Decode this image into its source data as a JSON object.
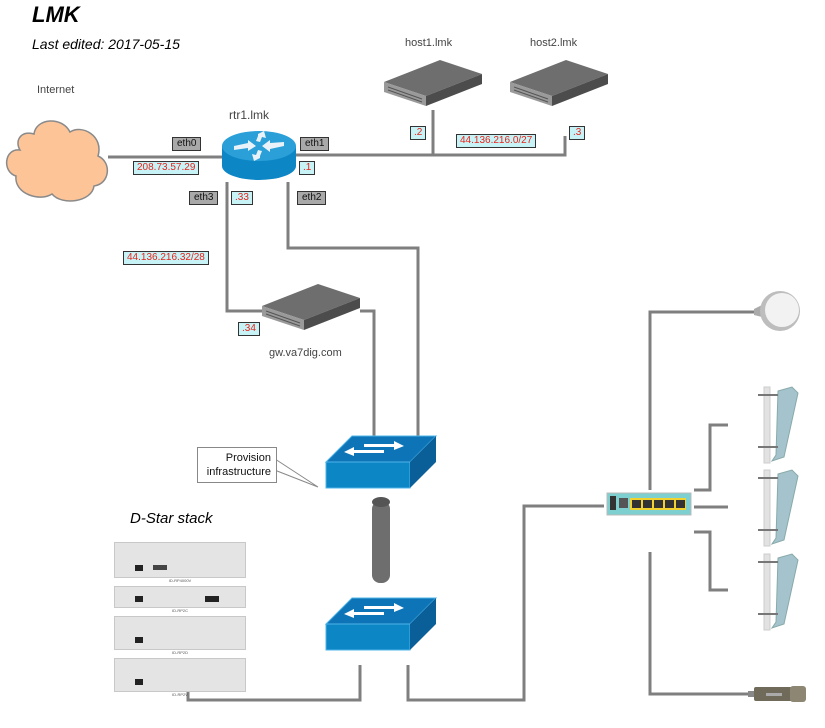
{
  "header": {
    "title": "LMK",
    "subtitle": "Last edited: 2017-05-15"
  },
  "colors": {
    "host_group_bg": "#e79bf5",
    "switch_group_bg": "#fdc498",
    "cloud_fill": "#fdc498",
    "wire": "#7f7f7f",
    "address_bg": "#c7f3f6",
    "address_text": "#e8231a",
    "interface_bg": "#a9a9a9",
    "router_blue": "#1a8fd0"
  },
  "internet": {
    "label": "Internet",
    "icon": "cloud-icon"
  },
  "router": {
    "name": "rtr1.lmk",
    "icon": "router-icon",
    "interfaces": [
      {
        "name": "eth0",
        "address": "208.73.57.29"
      },
      {
        "name": "eth1",
        "address": ".1"
      },
      {
        "name": "eth2",
        "address": ""
      },
      {
        "name": "eth3",
        "address": ".33"
      }
    ]
  },
  "host_group": {
    "subnet": "44.136.216.0/27",
    "hosts": [
      {
        "name": "host1.lmk",
        "address": ".2",
        "icon": "server-icon"
      },
      {
        "name": "host2.lmk",
        "address": ".3",
        "icon": "server-icon"
      }
    ]
  },
  "gateway": {
    "name": "gw.va7dig.com",
    "address": ".34",
    "subnet": "44.136.216.32/28",
    "icon": "server-icon"
  },
  "provision": {
    "callout": "Provision infrastructure",
    "switches": [
      {
        "icon": "switch-icon"
      },
      {
        "icon": "switch-icon"
      }
    ],
    "link_icon": "cable-icon"
  },
  "dstar": {
    "title": "D-Star stack",
    "units": [
      {
        "model": "ID-RP4000V"
      },
      {
        "model": "ID-RP2C"
      },
      {
        "model": "ID-RP2D"
      },
      {
        "model": "ID-RP2V"
      }
    ]
  },
  "wireless": {
    "poe_switch_icon": "poe-router-icon",
    "antennas": [
      {
        "icon": "dish-antenna-icon"
      },
      {
        "icon": "sector-antenna-icon"
      },
      {
        "icon": "sector-antenna-icon"
      },
      {
        "icon": "sector-antenna-icon"
      },
      {
        "icon": "omni-antenna-icon"
      }
    ]
  }
}
